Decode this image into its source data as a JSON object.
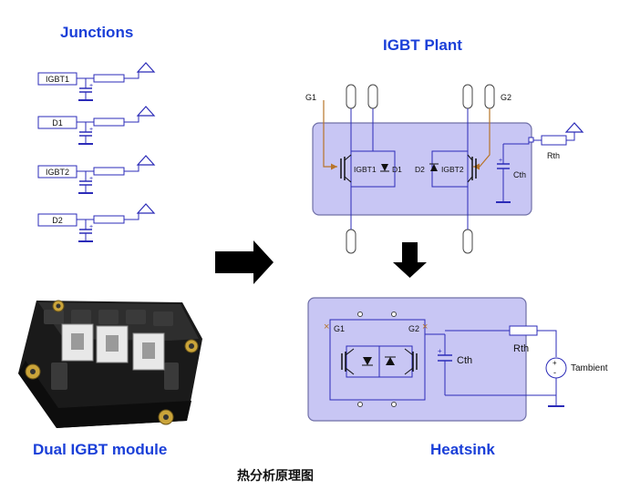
{
  "titles": {
    "junctions": "Junctions",
    "igbt_plant": "IGBT Plant",
    "module": "Dual IGBT module",
    "heatsink": "Heatsink"
  },
  "caption": "热分析原理图",
  "junctions": {
    "labels": [
      "IGBT1",
      "D1",
      "IGBT2",
      "D2"
    ],
    "plus": "+"
  },
  "plant": {
    "gate_left": "G1",
    "gate_right": "G2",
    "igbt1": "IGBT1",
    "d1": "D1",
    "d2": "D2",
    "igbt2": "IGBT2",
    "cth": "Cth",
    "rth": "Rth",
    "plus": "+"
  },
  "heatsink_block": {
    "gate_left": "G1",
    "gate_right": "G2",
    "cth": "Cth",
    "rth": "Rth",
    "source": "Tambient",
    "plus": "+",
    "src_plus": "+",
    "src_minus": "-"
  },
  "colors": {
    "title_blue": "#1a3fd8",
    "block_fill": "#c8c6f4",
    "block_stroke": "#7070a8",
    "wire_blue": "#2b2bb8",
    "gate_brown": "#b8742a"
  }
}
